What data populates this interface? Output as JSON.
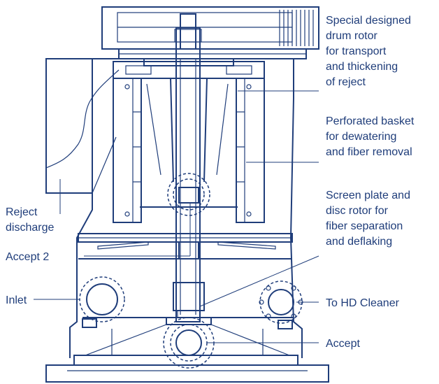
{
  "labels": {
    "drum_rotor": [
      "Special designed",
      "drum rotor",
      "for transport",
      "and thickening",
      "of reject"
    ],
    "basket": [
      "Perforated basket",
      "for dewatering",
      "and fiber removal"
    ],
    "screen_plate": [
      "Screen plate and",
      "disc rotor for",
      "fiber separation",
      "and deflaking"
    ],
    "hd_cleaner": [
      "To HD Cleaner"
    ],
    "accept": [
      "Accept"
    ],
    "reject": [
      "Reject",
      "discharge"
    ],
    "accept2": [
      "Accept 2"
    ],
    "inlet": [
      "Inlet"
    ]
  },
  "colors": {
    "line": "#1f3d7a",
    "background": "#ffffff"
  }
}
